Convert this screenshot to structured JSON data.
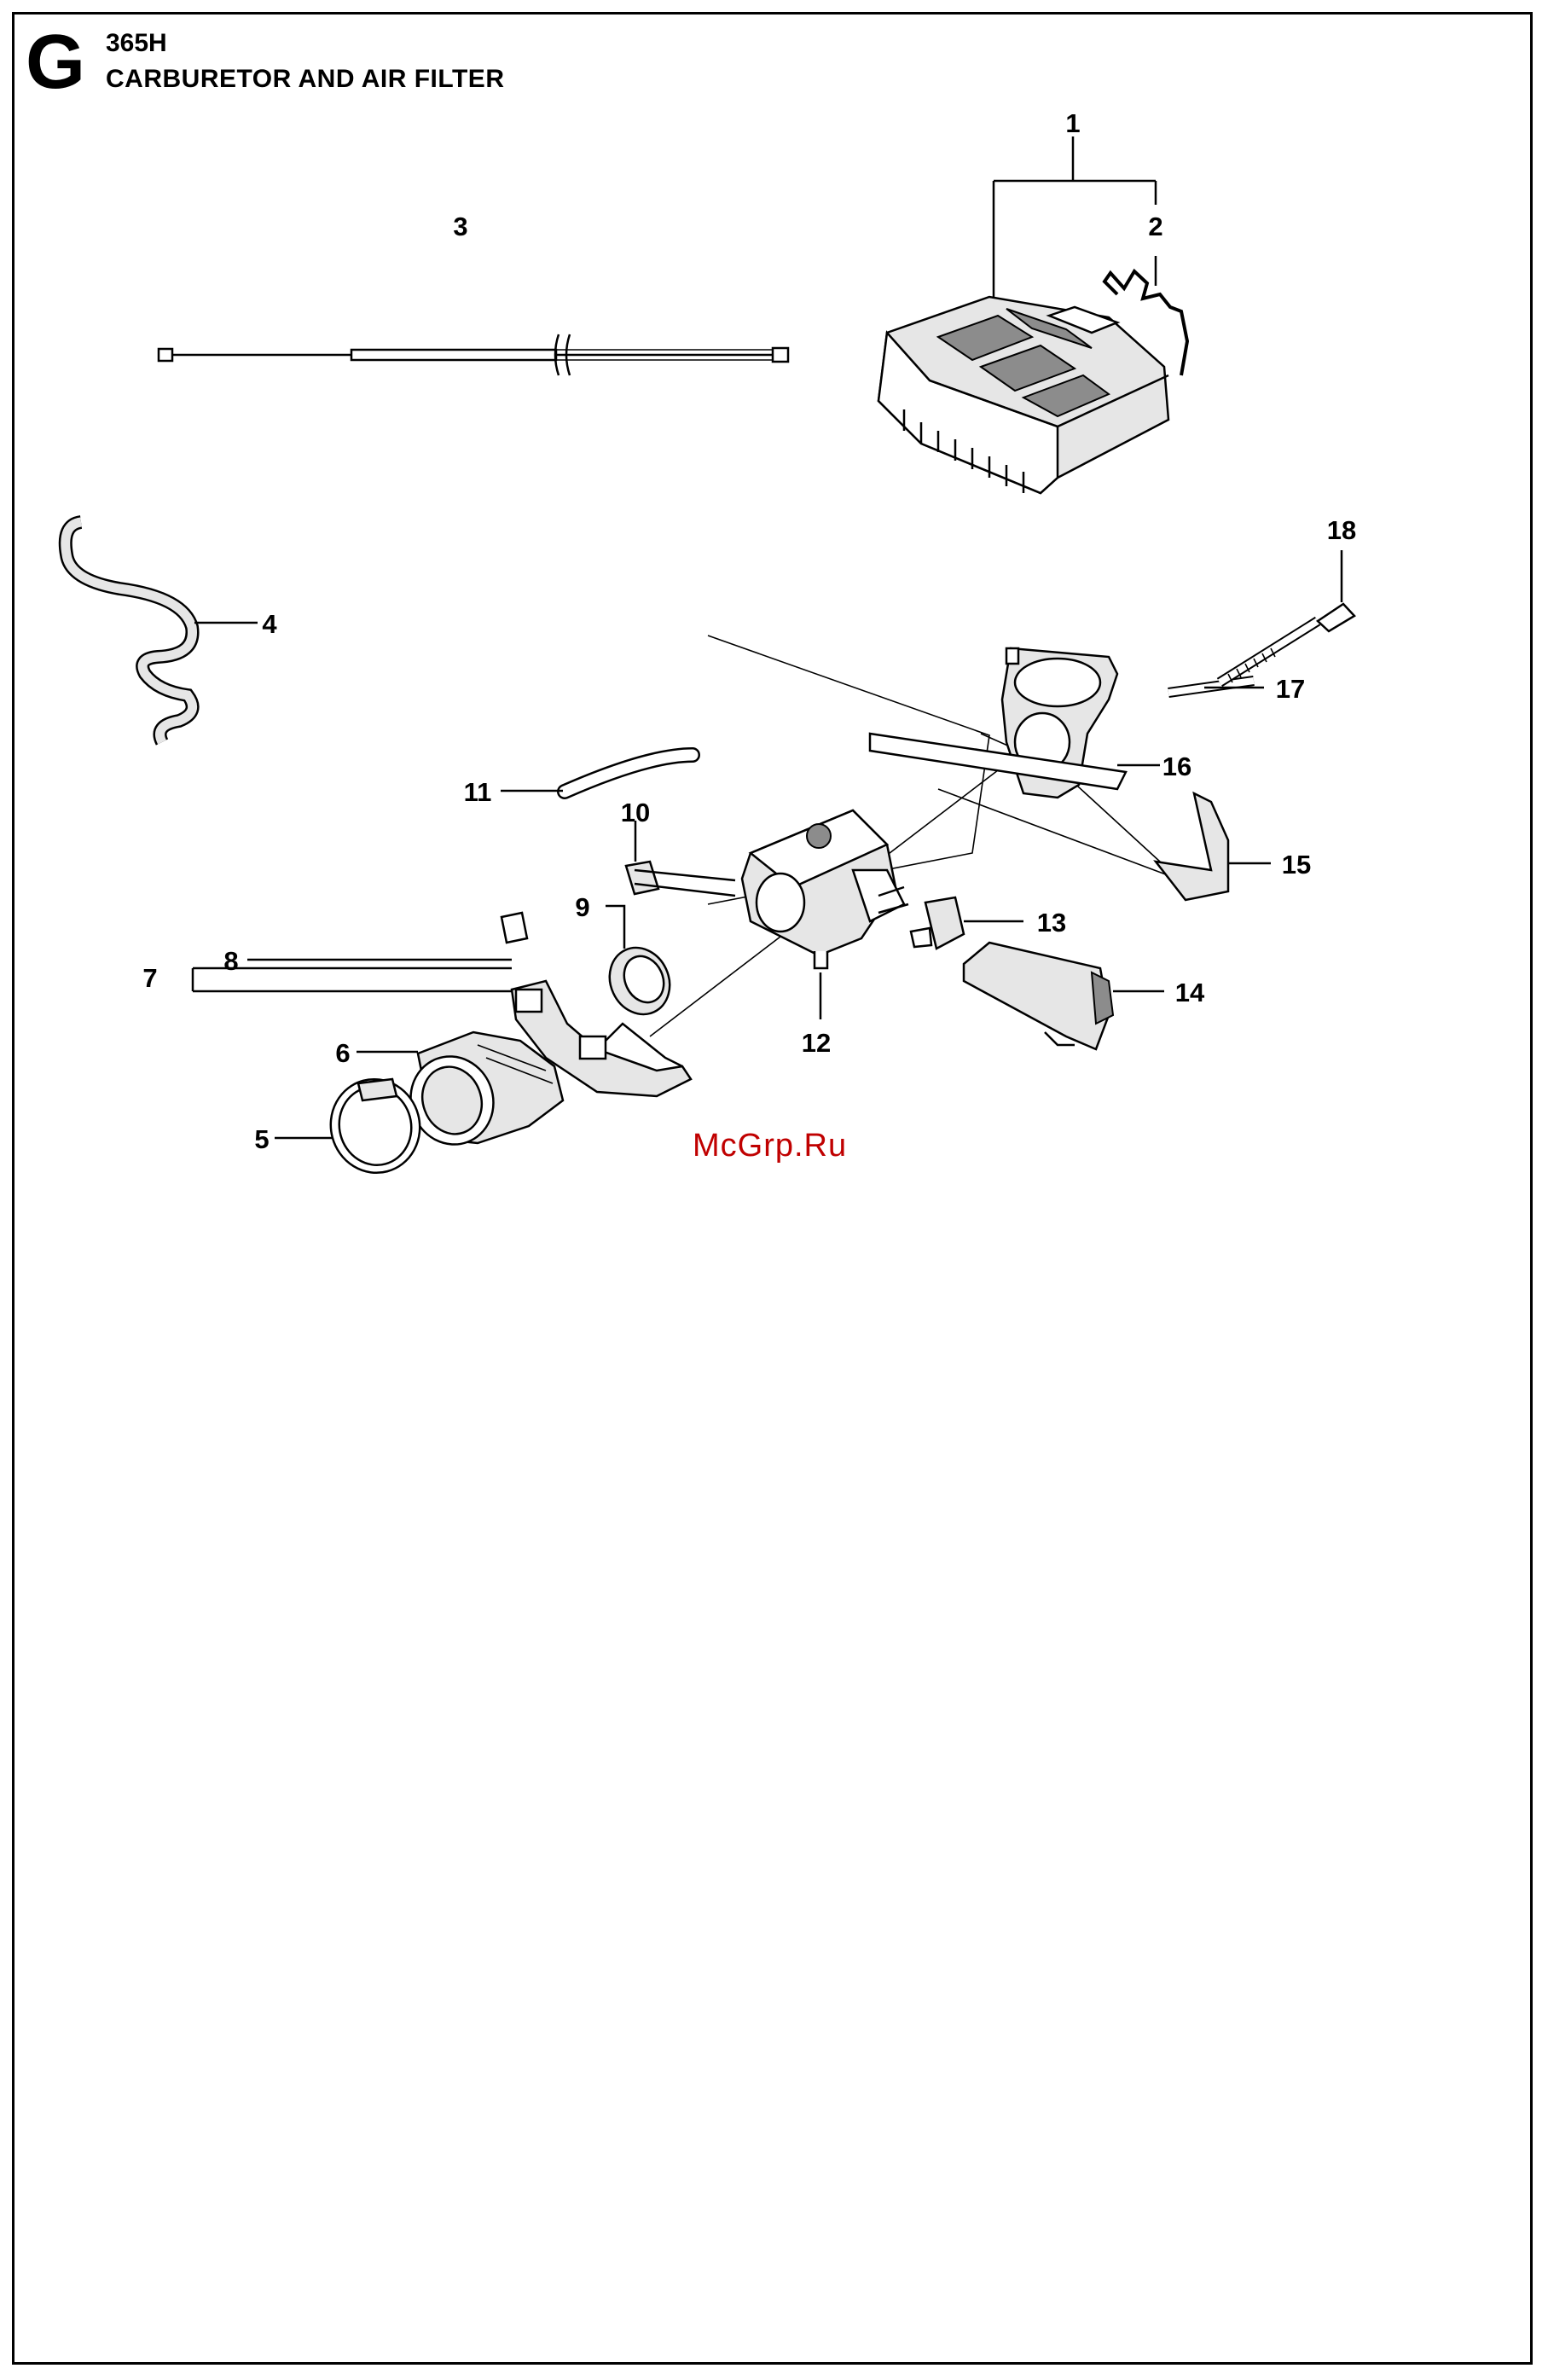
{
  "header": {
    "section_letter": "G",
    "model": "365H",
    "title": "CARBURETOR AND AIR FILTER"
  },
  "watermark": "McGrp.Ru",
  "callouts": [
    {
      "id": "1",
      "label": "1"
    },
    {
      "id": "2",
      "label": "2"
    },
    {
      "id": "3",
      "label": "3"
    },
    {
      "id": "4",
      "label": "4"
    },
    {
      "id": "5",
      "label": "5"
    },
    {
      "id": "6",
      "label": "6"
    },
    {
      "id": "7",
      "label": "7"
    },
    {
      "id": "8",
      "label": "8"
    },
    {
      "id": "9",
      "label": "9"
    },
    {
      "id": "10",
      "label": "10"
    },
    {
      "id": "11",
      "label": "11"
    },
    {
      "id": "12",
      "label": "12"
    },
    {
      "id": "13",
      "label": "13"
    },
    {
      "id": "14",
      "label": "14"
    },
    {
      "id": "15",
      "label": "15"
    },
    {
      "id": "16",
      "label": "16"
    },
    {
      "id": "17",
      "label": "17"
    },
    {
      "id": "18",
      "label": "18"
    }
  ]
}
